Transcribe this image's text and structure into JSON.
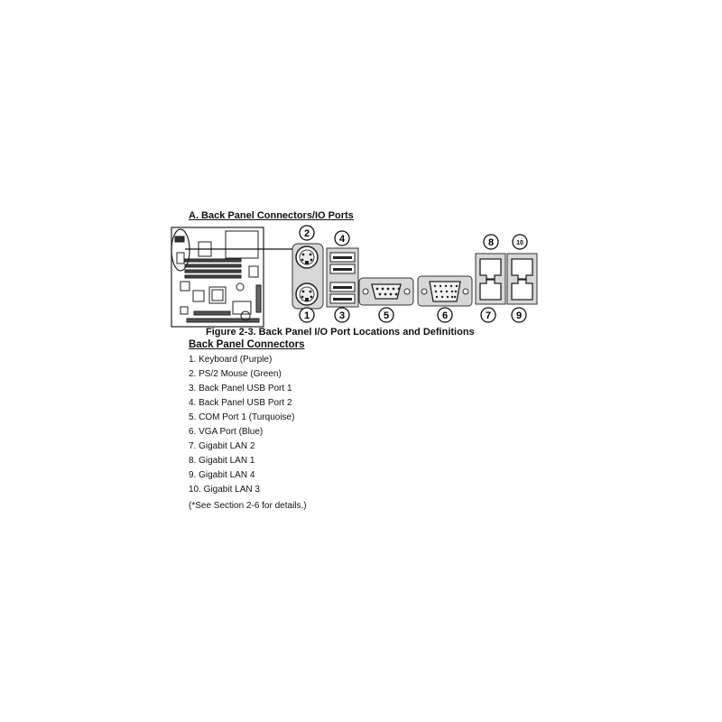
{
  "section_title": "A. Back Panel Connectors/IO Ports",
  "figure_caption": "Figure 2-3.  Back Panel I/O Port Locations and Definitions",
  "list_title": "Back Panel Connectors",
  "connectors": [
    "1. Keyboard (Purple)",
    "2. PS/2 Mouse (Green)",
    "3. Back Panel USB Port 1",
    "4. Back Panel USB Port 2",
    "5. COM Port 1 (Turquoise)",
    "6. VGA Port (Blue)",
    "7. Gigabit LAN 2",
    "8. Gigabit LAN 1",
    "9. Gigabit LAN 4",
    "10. Gigabit LAN 3"
  ],
  "note": "(*See Section 2-6 for details.)",
  "callouts": {
    "c1": "1",
    "c2": "2",
    "c3": "3",
    "c4": "4",
    "c5": "5",
    "c6": "6",
    "c7": "7",
    "c8": "8",
    "c9": "9",
    "c10": "10"
  }
}
